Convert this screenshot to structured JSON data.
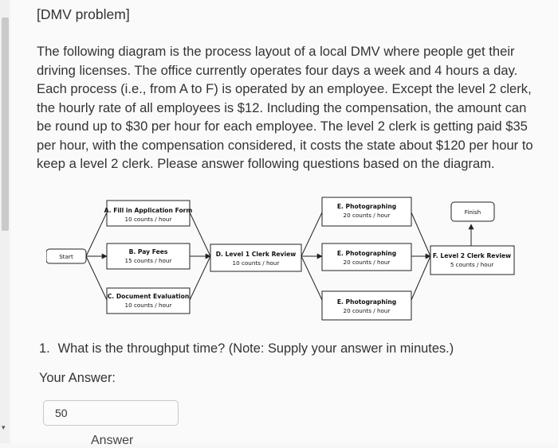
{
  "heading": "[DMV problem]",
  "problem_text": "The following diagram is the process layout of a local DMV where people get their driving licenses. The office currently operates four days a week and 4 hours a day. Each process (i.e., from A to F) is operated by an employee. Except the level 2 clerk, the hourly rate of all employees is $12. Including the compensation, the amount can be round up to $30 per hour for each employee. The level 2 clerk is getting paid $35 per hour, with the compensation considered, it costs the state about $120 per hour to keep a level 2 clerk. Please answer following questions based on the diagram.",
  "diagram": {
    "start": "Start",
    "finish": "Finish",
    "a_title": "A. Fill in Application Form",
    "a_rate": "10 counts / hour",
    "b_title": "B. Pay Fees",
    "b_rate": "15 counts / hour",
    "c_title": "C. Document Evaluation",
    "c_rate": "10 counts / hour",
    "d_title": "D. Level 1 Clerk Review",
    "d_rate": "10 counts / hour",
    "e1_title": "E. Photographing",
    "e1_rate": "20 counts / hour",
    "e2_title": "E. Photographing",
    "e2_rate": "20 counts / hour",
    "e3_title": "E. Photographing",
    "e3_rate": "20 counts / hour",
    "f_title": "F. Level 2 Clerk Review",
    "f_rate": "5 counts / hour"
  },
  "question": {
    "number": "1.",
    "text": "What is the throughput time? (Note: Supply your answer in minutes.)"
  },
  "answer": {
    "label": "Your Answer:",
    "value": "50",
    "caption": "Answer"
  }
}
